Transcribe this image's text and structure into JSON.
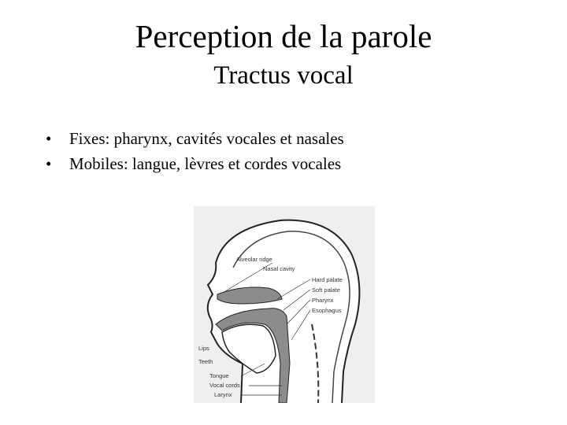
{
  "slide": {
    "title": "Perception de la parole",
    "subtitle": "Tractus vocal",
    "bullets": [
      "Fixes: pharynx, cavités vocales et nasales",
      "Mobiles: langue, lèvres et cordes vocales"
    ]
  },
  "figure": {
    "labels": {
      "alveolar_ridge": "Alveolar ridge",
      "nasal_cavity": "Nasal cavity",
      "hard_palate": "Hard palate",
      "soft_palate": "Soft palate",
      "pharynx": "Pharynx",
      "esophagus": "Esophagus",
      "lips": "Lips",
      "teeth": "Teeth",
      "tongue": "Tongue",
      "vocal_cords": "Vocal cords",
      "larynx": "Larynx"
    },
    "colors": {
      "tract_fill": "#8c8c8c",
      "background": "#efefef",
      "outline": "#222222"
    }
  }
}
